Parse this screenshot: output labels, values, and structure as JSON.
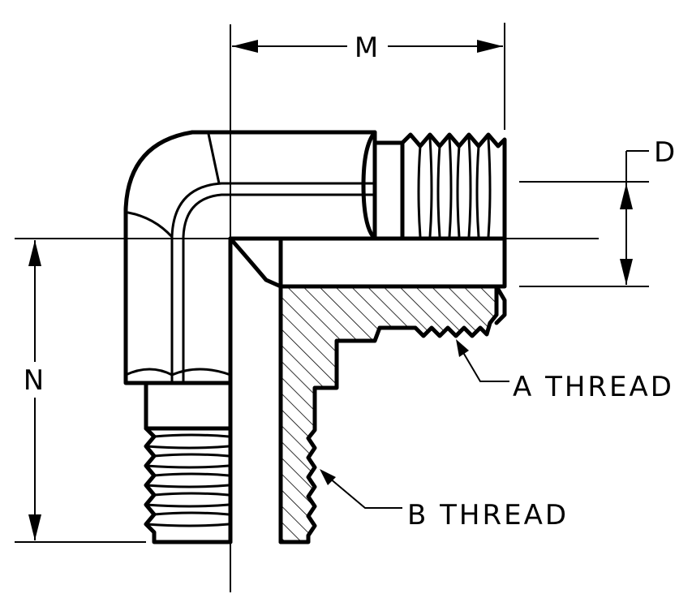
{
  "dimensions": {
    "m_label": "M",
    "d_label": "D",
    "n_label": "N"
  },
  "callouts": {
    "a_thread_label": "A THREAD",
    "b_thread_label": "B THREAD"
  },
  "colors": {
    "ink": "#000000",
    "paper": "#ffffff"
  }
}
